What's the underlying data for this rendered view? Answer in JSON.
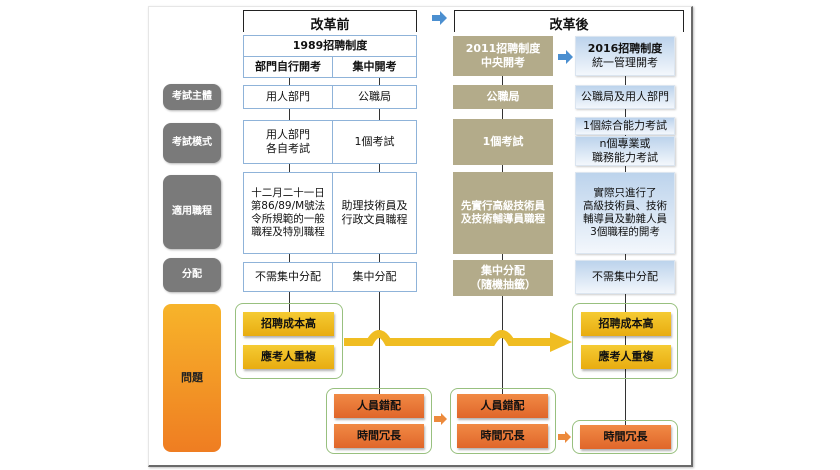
{
  "headers": {
    "before": "改革前",
    "after": "改革後"
  },
  "before": {
    "system_title": "1989招聘制度",
    "col_a_title": "部門自行開考",
    "col_b_title": "集中開考",
    "col_a": {
      "exam_body": "用人部門",
      "exam_mode": "用人部門\n各自考試",
      "applicable_careers": "十二月二十一日\n第86/89/M號法\n令所規範的一般\n職程及特別職程",
      "allocation": "不需集中分配"
    },
    "col_b": {
      "exam_body": "公職局",
      "exam_mode": "1個考試",
      "applicable_careers": "助理技術員及\n行政文員職程",
      "allocation": "集中分配"
    }
  },
  "after_2011": {
    "system_title": "2011招聘制度\n中央開考",
    "exam_body": "公職局",
    "exam_mode": "1個考試",
    "applicable_careers": "先實行高級技術員\n及技術輔導員職程",
    "allocation": "集中分配\n（隨機抽籤）"
  },
  "after_2016": {
    "system_title": "2016招聘制度",
    "system_subtitle": "統一管理開考",
    "exam_body": "公職局及用人部門",
    "exam_mode_1": "1個綜合能力考試",
    "exam_mode_2": "n個專業或\n職務能力考試",
    "applicable_careers": "實際只進行了\n高級技術員、技術\n輔導員及勤雜人員\n3個職程的開考",
    "allocation": "不需集中分配"
  },
  "row_labels": {
    "exam_body": "考試主體",
    "exam_mode": "考試模式",
    "applicable_careers": "適用職程",
    "allocation": "分配",
    "problems": "問題"
  },
  "problems": {
    "high_cost": "招聘成本高",
    "duplicate_candidates": "應考人重複",
    "mismatch": "人員錯配",
    "long_time": "時間冗長"
  },
  "colors": {
    "tan": "#b3ab8a",
    "grey_label": "#7a7a7a",
    "blue_border": "#8fb3d9",
    "yellow": "#f0bd22",
    "orange": "#e8702f",
    "green_border": "#98c07f",
    "arrow_blue": "#4b8fd0"
  },
  "icons": {
    "header_arrow": "arrow-right-icon",
    "system_arrow": "arrow-right-icon"
  }
}
